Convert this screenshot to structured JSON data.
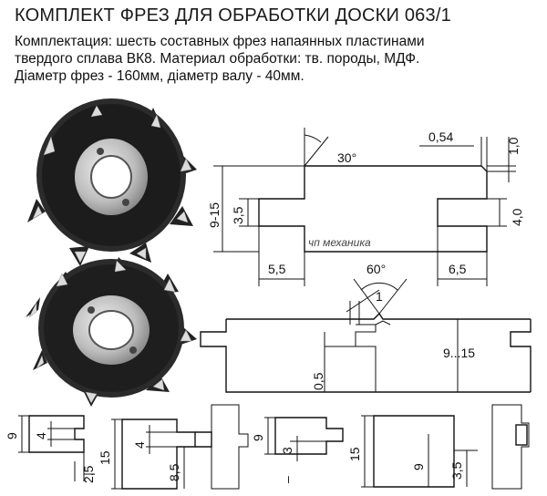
{
  "header": {
    "title": "КОМПЛЕКТ ФРЕЗ ДЛЯ ОБРАБОТКИ ДОСКИ 063/1",
    "desc_line1": "Комплектация: шесть составных фрез напаянных пластинами",
    "desc_line2": "твердого сплава ВК8. Материал обработки: тв. породы, МДФ.",
    "desc_line3": "Діаметр фрез - 160мм, діаметр валу - 40мм."
  },
  "profile": {
    "fill_color": "#f5f52a",
    "watermark": "чп механика",
    "angle_top": "30°",
    "dim_054": "0,54",
    "dim_10": "1,0",
    "dim_40": "4,0",
    "dim_915": "9-15",
    "dim_35": "3,5",
    "dim_55": "5,5",
    "dim_65": "6,5"
  },
  "joint": {
    "angle": "60°",
    "dim_1": "1",
    "dim_05": "0,5",
    "dim_9_15": "9...15"
  },
  "bottom": {
    "d1_9": "9",
    "d1_4": "4",
    "d1_25": "2,5",
    "d2_15": "15",
    "d2_4": "4",
    "d2_85": "8,5",
    "d3_9": "9",
    "d3_3": "3",
    "d3_dash": "–",
    "d4_15": "15",
    "d4_9": "9",
    "d4_35": "3,5"
  },
  "colors": {
    "profile_yellow": "#f5f52a",
    "cutter_body": "#2a2a2a",
    "hub_steel": "#c8c8c8"
  }
}
